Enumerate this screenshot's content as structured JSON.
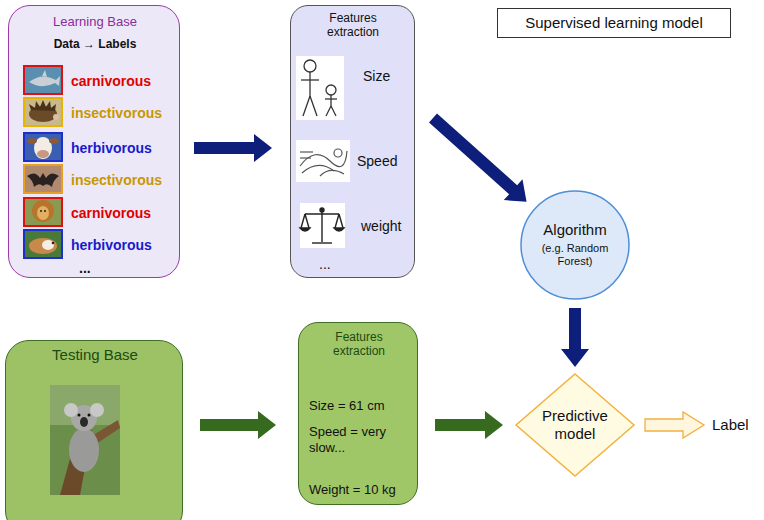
{
  "diagram": {
    "title": "Supervised learning model",
    "nodes": [
      {
        "text": [
          "Learning Base",
          "Data → Labels",
          "carnivorous",
          "insectivorous",
          "herbivorous",
          "insectivorous",
          "carnivorous",
          "herbivorous",
          "..."
        ]
      },
      {
        "text": [
          "Features extraction",
          "Size",
          "Speed",
          "weight",
          "..."
        ]
      },
      {
        "text": [
          "Algorithm",
          "(e.g. Random Forest)"
        ]
      },
      {
        "text": [
          "Testing Base"
        ]
      },
      {
        "text": [
          "Features extraction",
          "Size = 61 cm",
          "Speed = very slow...",
          "Weight = 10 kg"
        ]
      },
      {
        "text": [
          "Predictive model"
        ]
      }
    ],
    "edges": [
      {
        "from": 0,
        "to": 1,
        "arrow": "to"
      },
      {
        "from": 1,
        "to": 2,
        "arrow": "to"
      },
      {
        "from": 2,
        "to": 5,
        "arrow": "to"
      },
      {
        "from": 3,
        "to": 4,
        "arrow": "to"
      },
      {
        "from": 4,
        "to": 5,
        "arrow": "to"
      }
    ],
    "labels": [
      "Label"
    ]
  }
}
